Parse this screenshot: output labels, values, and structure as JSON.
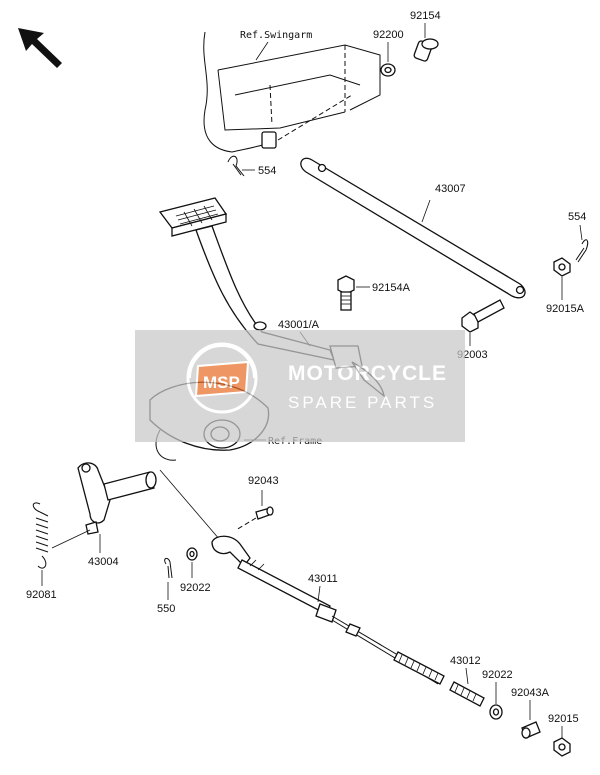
{
  "refs": {
    "swingarm": "Ref.Swingarm",
    "frame": "Ref.Frame"
  },
  "parts": {
    "p92154": "92154",
    "p92200": "92200",
    "p554a": "554",
    "p43007": "43007",
    "p554b": "554",
    "p92015A": "92015A",
    "p92154A": "92154A",
    "p43001A": "43001/A",
    "p92003": "92003",
    "p92043": "92043",
    "p43004": "43004",
    "p92081": "92081",
    "p92022a": "92022",
    "p550": "550",
    "p43011": "43011",
    "p43012": "43012",
    "p92022b": "92022",
    "p92043A": "92043A",
    "p92015": "92015"
  },
  "watermark": {
    "line1": "MOTORCYCLE",
    "line2": "SPARE PARTS",
    "logo": "MSP"
  },
  "colors": {
    "watermark_bg": "#c8c8c8",
    "logo_accent": "#e8702a",
    "ink": "#111111"
  }
}
